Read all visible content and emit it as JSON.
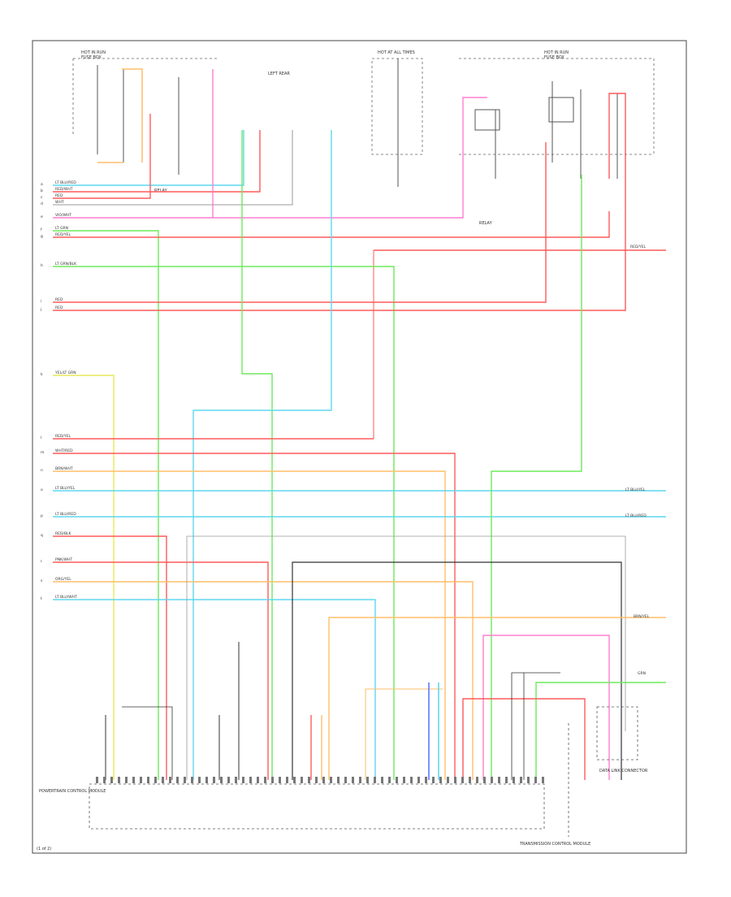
{
  "diagram": {
    "footer_code": "(1 of 2)",
    "top_labels": {
      "hot_in_run_left": "HOT IN RUN",
      "fuse_box_left": "FUSE BOX",
      "left_rear": "LEFT REAR",
      "hot_at_all_times": "HOT AT ALL TIMES",
      "hot_in_run_right": "HOT IN RUN",
      "fuse_box_right": "FUSE BOX"
    },
    "relay_labels": {
      "relay_left": "RELAY",
      "relay_right": "RELAY"
    },
    "wire_labels": {
      "w1": "LT BLU/RED",
      "w2": "RED/WHT",
      "w3": "RED",
      "w4": "WHT",
      "w5": "VIO/WHT",
      "w6": "LT GRN",
      "w7": "RED/YEL",
      "w8": "LT GRN/BLK",
      "w9": "RED",
      "w10": "RED",
      "w11": "YEL/LT GRN",
      "w12": "RED/YEL",
      "w13": "WHT/RED",
      "w14": "BRN/WHT",
      "w15": "LT BLU/YEL",
      "w16": "LT BLU/RED",
      "w17": "RED/BLK",
      "w18": "PNK/WHT",
      "w19": "ORG/YEL",
      "w20": "LT BLU/WHT"
    },
    "right_labels": {
      "r1": "RED/YEL",
      "r2": "LT BLU/YEL",
      "r3": "LT BLU/RED",
      "r4": "BRN/YEL",
      "r5": "GRN"
    },
    "bottom_labels": {
      "pcm": "POWERTRAIN CONTROL MODULE",
      "tcm": "TRANSMISSION CONTROL MODULE",
      "dlc": "DATA LINK CONNECTOR"
    },
    "colors": {
      "red": "#ff5a5a",
      "pink": "#ff7fd0",
      "light_green": "#6dea5a",
      "cyan": "#5fd7ef",
      "orange": "#ffbe6a",
      "yellow": "#e6e85a",
      "blue": "#5a7aff",
      "gray": "#9a9a9a",
      "dark": "#333333"
    }
  }
}
